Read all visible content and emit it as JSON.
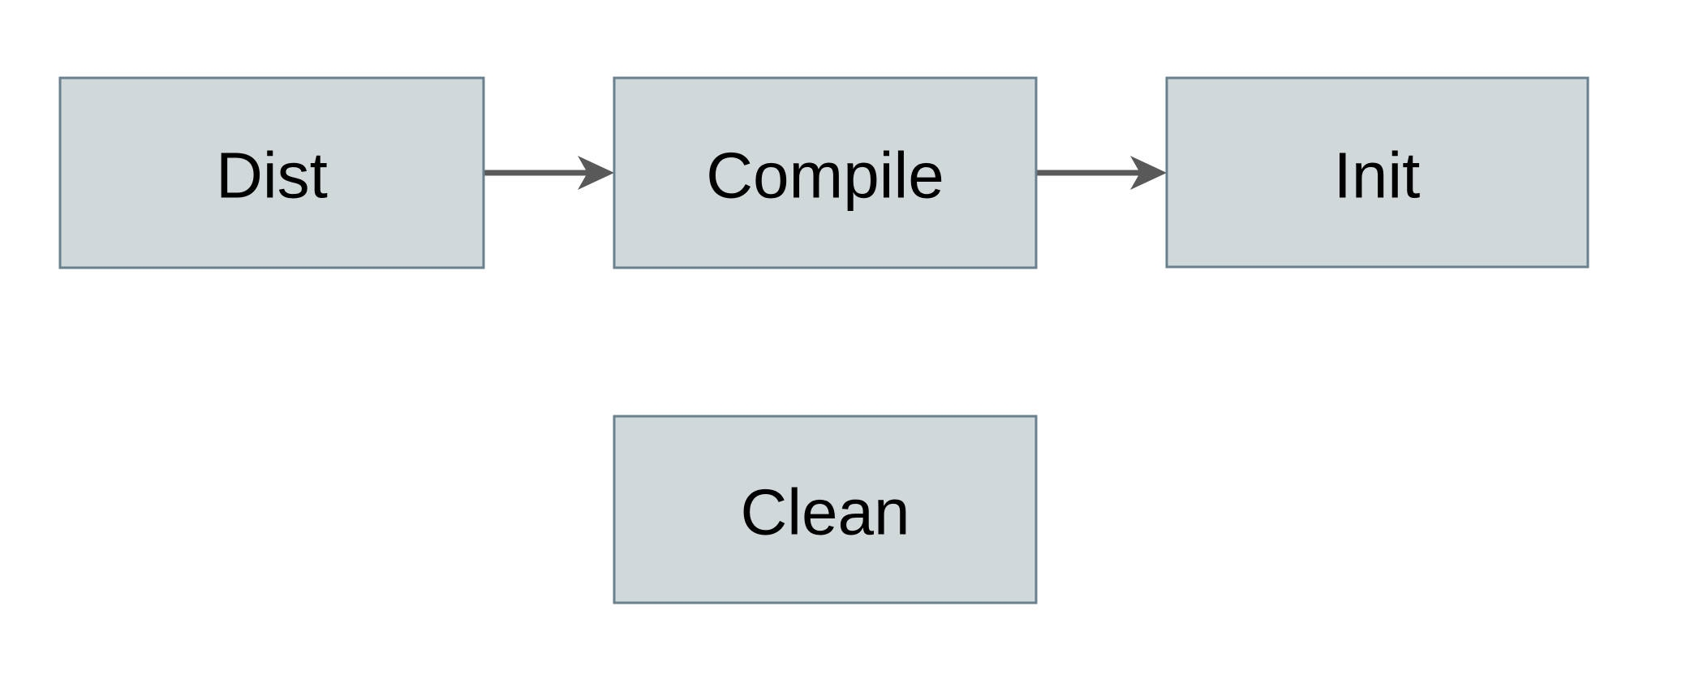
{
  "diagram": {
    "type": "flowchart",
    "background": "#ffffff",
    "nodes": [
      {
        "id": "dist",
        "label": "Dist"
      },
      {
        "id": "compile",
        "label": "Compile"
      },
      {
        "id": "init",
        "label": "Init"
      },
      {
        "id": "clean",
        "label": "Clean"
      }
    ],
    "edges": [
      {
        "from": "dist",
        "to": "compile"
      },
      {
        "from": "compile",
        "to": "init"
      }
    ],
    "colors": {
      "node_fill": "#d0d8da",
      "node_border": "#69808e",
      "arrow": "#595959",
      "label_text": "#000000"
    }
  }
}
